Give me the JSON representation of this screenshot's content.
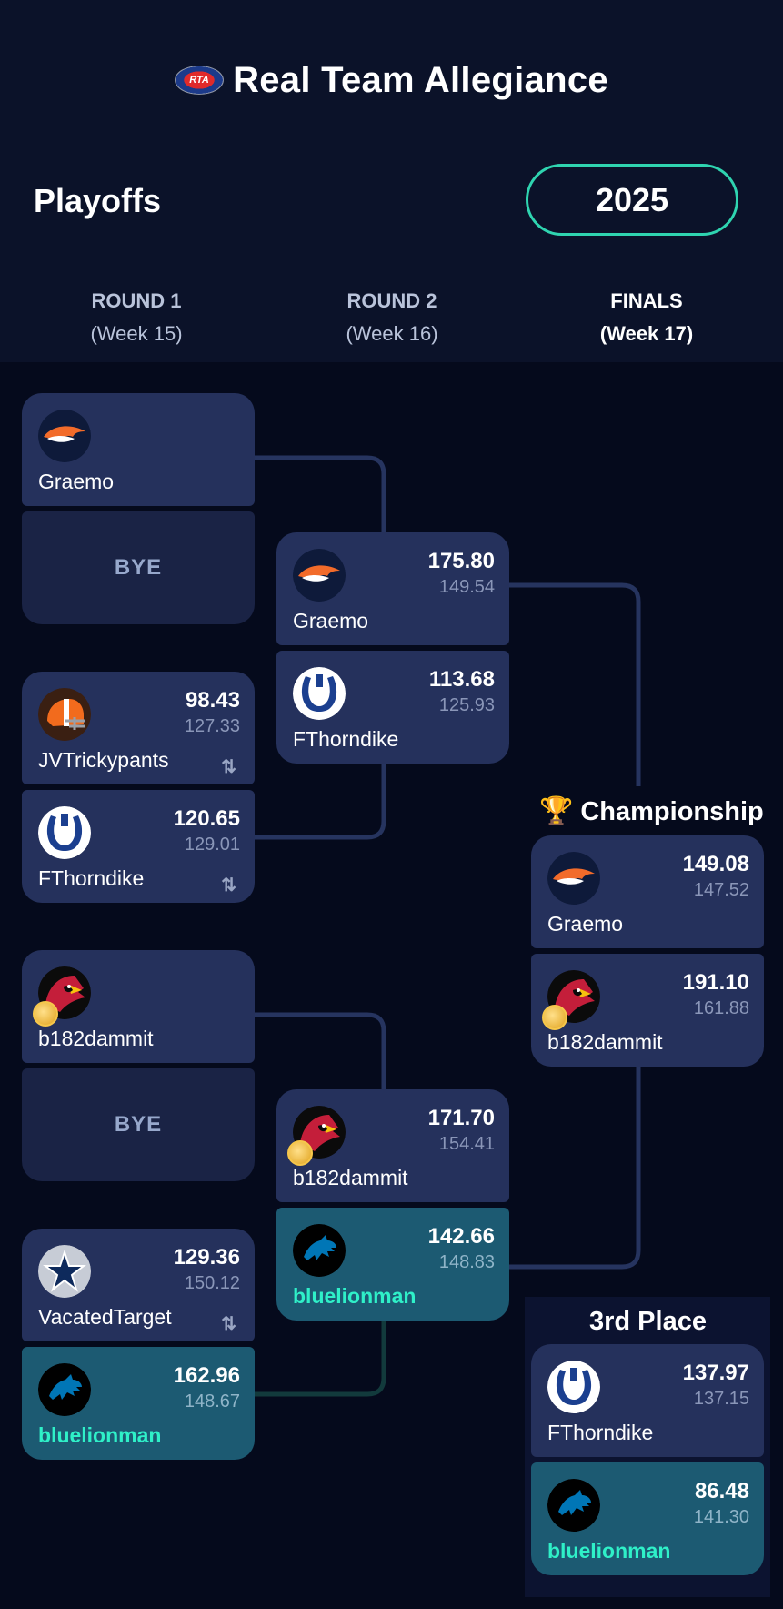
{
  "app": {
    "title": "Real Team Allegiance",
    "logo_text": "RTA",
    "logo_icon": "rta-logo-icon"
  },
  "page": {
    "title": "Playoffs",
    "season": "2025"
  },
  "rounds": [
    {
      "name": "ROUND 1",
      "week": "(Week 15)"
    },
    {
      "name": "ROUND 2",
      "week": "(Week 16)"
    },
    {
      "name": "FINALS",
      "week": "(Week 17)"
    }
  ],
  "round1": {
    "m1": {
      "team1": {
        "name": "Graemo",
        "logo": "broncos-logo"
      },
      "bye": "BYE"
    },
    "m2": {
      "team1": {
        "name": "JVTrickypants",
        "score": "98.43",
        "proj": "127.33",
        "logo": "browns-logo",
        "swap": "⇅"
      },
      "team2": {
        "name": "FThorndike",
        "score": "120.65",
        "proj": "129.01",
        "logo": "colts-logo",
        "swap": "⇅"
      }
    },
    "m3": {
      "team1": {
        "name": "b182dammit",
        "logo": "cardinals-logo"
      },
      "bye": "BYE"
    },
    "m4": {
      "team1": {
        "name": "VacatedTarget",
        "score": "129.36",
        "proj": "150.12",
        "logo": "cowboys-logo",
        "swap": "⇅"
      },
      "team2": {
        "name": "bluelionman",
        "score": "162.96",
        "proj": "148.67",
        "logo": "lions-logo"
      }
    }
  },
  "round2": {
    "m1": {
      "team1": {
        "name": "Graemo",
        "score": "175.80",
        "proj": "149.54",
        "logo": "broncos-logo"
      },
      "team2": {
        "name": "FThorndike",
        "score": "113.68",
        "proj": "125.93",
        "logo": "colts-logo"
      }
    },
    "m2": {
      "team1": {
        "name": "b182dammit",
        "score": "171.70",
        "proj": "154.41",
        "logo": "cardinals-logo"
      },
      "team2": {
        "name": "bluelionman",
        "score": "142.66",
        "proj": "148.83",
        "logo": "lions-logo"
      }
    }
  },
  "finals": {
    "championship": {
      "title": "Championship",
      "icon": "trophy-icon",
      "team1": {
        "name": "Graemo",
        "score": "149.08",
        "proj": "147.52",
        "logo": "broncos-logo"
      },
      "team2": {
        "name": "b182dammit",
        "score": "191.10",
        "proj": "161.88",
        "logo": "cardinals-logo"
      }
    },
    "third_place": {
      "title": "3rd Place",
      "team1": {
        "name": "FThorndike",
        "score": "137.97",
        "proj": "137.15",
        "logo": "colts-logo"
      },
      "team2": {
        "name": "bluelionman",
        "score": "86.48",
        "proj": "141.30",
        "logo": "lions-logo"
      }
    }
  },
  "colors": {
    "background": "#050a1c",
    "card": "#25315c",
    "card_user": "#1c5a72",
    "accent": "#2fd4b0",
    "user_name": "#2ff0c8",
    "connector": "#26345f"
  }
}
